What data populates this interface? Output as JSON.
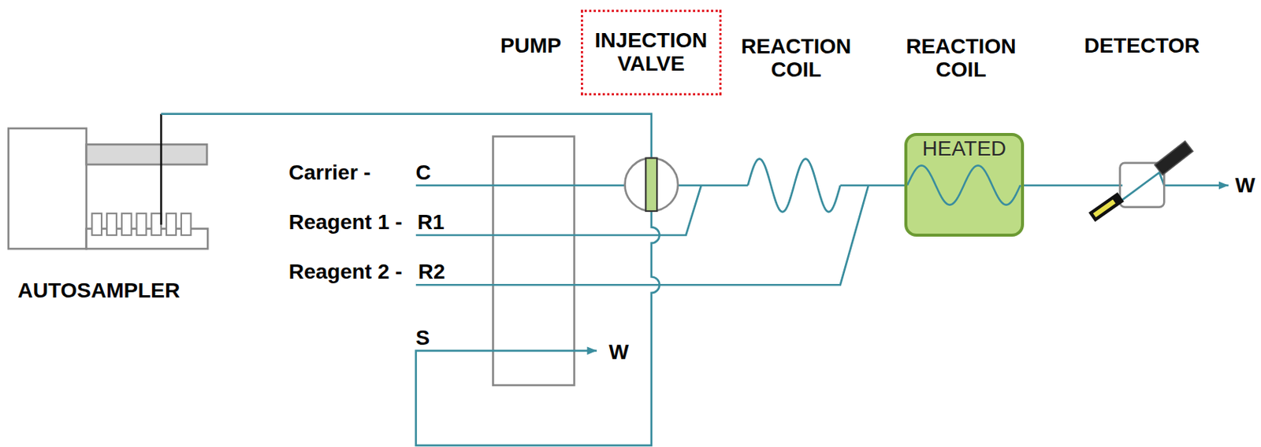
{
  "diagram": {
    "nodes": [
      {
        "text": [
          "INJECTION VALVE"
        ]
      },
      {
        "text": [
          "HEATED"
        ]
      }
    ],
    "labels": [
      "PUMP",
      "REACTION COIL",
      "REACTION COIL",
      "DETECTOR",
      "Carrier -",
      "C",
      "Reagent 1 -",
      "R1",
      "Reagent 2 -",
      "R2",
      "S",
      "W",
      "W",
      "AUTOSAMPLER"
    ]
  }
}
